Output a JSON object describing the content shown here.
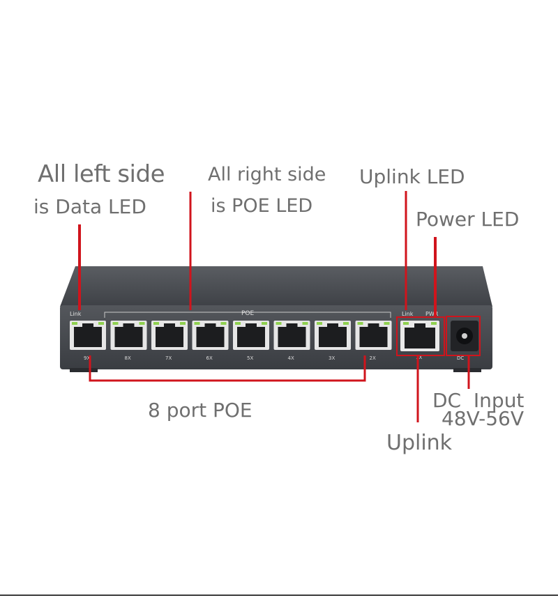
{
  "callouts": {
    "data_led_line1": "All left side",
    "data_led_line2": "is Data LED",
    "poe_led_line1": "All right side",
    "poe_led_line2": "is POE LED",
    "uplink_led": "Uplink LED",
    "power_led": "Power LED",
    "poe_ports": "8 port POE",
    "dc_input_line1": "DC  Input",
    "dc_input_line2": "48V-56V",
    "uplink": "Uplink"
  },
  "device": {
    "link_label": "Link",
    "poe_label": "POE",
    "uplink_link_label": "Link",
    "pwr_label": "PWR",
    "dc_label": "DC",
    "port_labels": [
      "9X",
      "8X",
      "7X",
      "6X",
      "5X",
      "4X",
      "3X",
      "2X"
    ],
    "uplink_port_label": "1X"
  },
  "colors": {
    "callout_text": "#6f6f6f",
    "callout_line": "#d0141c",
    "chassis": "#4a4d52",
    "led_green": "#8fd14f"
  }
}
